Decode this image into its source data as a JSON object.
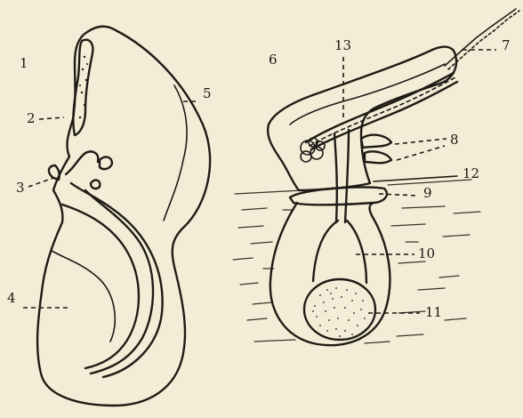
{
  "labels": {
    "l1": "1",
    "l2": "2",
    "l3": "3",
    "l4": "4",
    "l5": "5",
    "l6": "6",
    "l7": "7",
    "l8": "8",
    "l9": "9",
    "l10": "10",
    "l11": "11",
    "l12": "12",
    "l13": "13"
  },
  "colors": {
    "paper": "#f3ecd6",
    "ink": "#1f1b16"
  }
}
